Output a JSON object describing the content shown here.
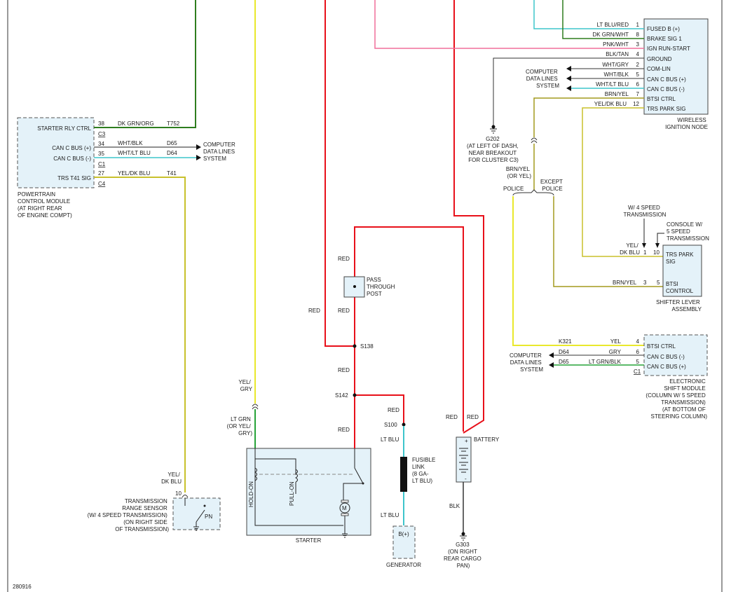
{
  "wire_colors": {
    "dk_grn_org": "#2e7d1f",
    "yellow": "#e9e82c",
    "red": "#e8101a",
    "pink": "#f06e9a",
    "cyan": "#3dc5cc",
    "green": "#27a339",
    "brn_yel": "#a39a1e",
    "yel_dk_blu": "#c8c12c",
    "gnd": "#333333"
  },
  "pcm": {
    "name_lines": [
      "POWERTRAIN",
      "CONTROL MODULE",
      "(AT RIGHT REAR",
      "OF ENGINE COMPT)"
    ],
    "pins": [
      {
        "label": "STARTER RLY CTRL",
        "pin": "38",
        "wire_color": "DK GRN/ORG",
        "circuit": "T752",
        "connector": "C3"
      },
      {
        "label": "CAN C BUS (+)",
        "pin": "34",
        "wire_color": "WHT/BLK",
        "circuit": "D65"
      },
      {
        "label": "CAN C BUS (-)",
        "pin": "35",
        "wire_color": "WHT/LT BLU",
        "circuit": "D64",
        "connector": "C1"
      },
      {
        "label": "TRS T41 SIG",
        "pin": "27",
        "wire_color": "YEL/DK BLU",
        "circuit": "T41",
        "connector": "C4"
      }
    ],
    "data_lines": [
      "COMPUTER",
      "DATA LINES",
      "SYSTEM"
    ]
  },
  "win": {
    "name_lines": [
      "WIRELESS",
      "IGNITION NODE"
    ],
    "pins": [
      {
        "label": "FUSED B (+)",
        "pin": "1",
        "wire_color": "LT BLU/RED"
      },
      {
        "label": "BRAKE SIG 1",
        "pin": "8",
        "wire_color": "DK GRN/WHT"
      },
      {
        "label": "IGN RUN-START",
        "pin": "3",
        "wire_color": "PNK/WHT"
      },
      {
        "label": "GROUND",
        "pin": "4",
        "wire_color": "BLK/TAN"
      },
      {
        "label": "COM-LIN",
        "pin": "2",
        "wire_color": "WHT/GRY"
      },
      {
        "label": "CAN C BUS (+)",
        "pin": "5",
        "wire_color": "WHT/BLK"
      },
      {
        "label": "CAN C BUS (-)",
        "pin": "6",
        "wire_color": "WHT/LT BLU"
      },
      {
        "label": "BTSI CTRL",
        "pin": "7",
        "wire_color": "BRN/YEL"
      },
      {
        "label": "TRS PARK SIG",
        "pin": "12",
        "wire_color": "YEL/DK BLU"
      }
    ],
    "data_lines": [
      "COMPUTER",
      "DATA LINES",
      "SYSTEM"
    ]
  },
  "g202": {
    "name": "G202",
    "desc": [
      "(AT LEFT OF DASH,",
      "NEAR BREAKOUT",
      "FOR CLUSTER C3)"
    ]
  },
  "split": {
    "wire_lines": [
      "BRN/YEL",
      "(OR YEL)"
    ],
    "left": "POLICE",
    "right_lines": [
      "EXCEPT",
      "POLICE"
    ]
  },
  "shifter": {
    "name_lines": [
      "SHIFTER LEVER",
      "ASSEMBLY"
    ],
    "note_4spd": [
      "W/ 4 SPEED",
      "TRANSMISSION"
    ],
    "note_5spd": [
      "CONSOLE W/",
      "5 SPEED",
      "TRANSMISSION"
    ],
    "trs_lines": [
      "TRS PARK",
      "SIG"
    ],
    "btsi_lines": [
      "BTSI",
      "CONTROL"
    ],
    "trs_wire": [
      "YEL/",
      "DK BLU"
    ],
    "trs_pin_a": "1",
    "trs_pin_b": "10",
    "btsi_wire": "BRN/YEL",
    "btsi_pin": "3",
    "btsi_pin_b": "5"
  },
  "esm": {
    "name_lines": [
      "ELECTRONIC",
      "SHIFT MODULE",
      "(COLUMN W/ 5 SPEED",
      "TRANSMISSION)",
      "(AT BOTTOM OF",
      "STEERING COLUMN)"
    ],
    "pins": [
      {
        "label": "BTSI CTRL",
        "pin": "4",
        "wire_color": "YEL",
        "circuit": "K321"
      },
      {
        "label": "CAN C BUS (-)",
        "pin": "6",
        "wire_color": "GRY",
        "circuit": "D64"
      },
      {
        "label": "CAN C BUS (+)",
        "pin": "5",
        "wire_color": "LT GRN/BLK",
        "circuit": "D65",
        "connector": "C1"
      }
    ],
    "data_lines": [
      "COMPUTER",
      "DATA LINES",
      "SYSTEM"
    ]
  },
  "trs": {
    "name_lines": [
      "TRANSMISSION",
      "RANGE SENSOR",
      "(W/ 4 SPEED TRANSMISSION)",
      "(ON RIGHT SIDE",
      "OF TRANSMISSION)"
    ],
    "pin": "10",
    "wire": [
      "YEL/",
      "DK BLU"
    ],
    "switch": "PN"
  },
  "starter": {
    "name": "STARTER",
    "hold": "HOLD-ON",
    "pull": "PULL-ON",
    "motor": "M",
    "wire_top": [
      "YEL/",
      "GRY"
    ],
    "wire_bot": [
      "LT GRN",
      "(OR YEL/",
      "GRY)"
    ]
  },
  "post": {
    "lines": [
      "PASS",
      "THROUGH",
      "POST"
    ]
  },
  "labels": {
    "red": "RED",
    "lt_blu": "LT BLU",
    "blk": "BLK",
    "s138": "S138",
    "s142": "S142",
    "s100": "S100",
    "battery": "BATTERY",
    "plus": "+",
    "minus": "-",
    "generator": "GENERATOR",
    "gen_pin": "B(+)"
  },
  "fusible": {
    "lines": [
      "FUSIBLE",
      "LINK",
      "(8 GA-",
      "LT BLU)"
    ]
  },
  "g303": {
    "name": "G303",
    "desc": [
      "(ON RIGHT",
      "REAR CARGO",
      "PAN)"
    ]
  },
  "footer": {
    "code": "280916"
  }
}
